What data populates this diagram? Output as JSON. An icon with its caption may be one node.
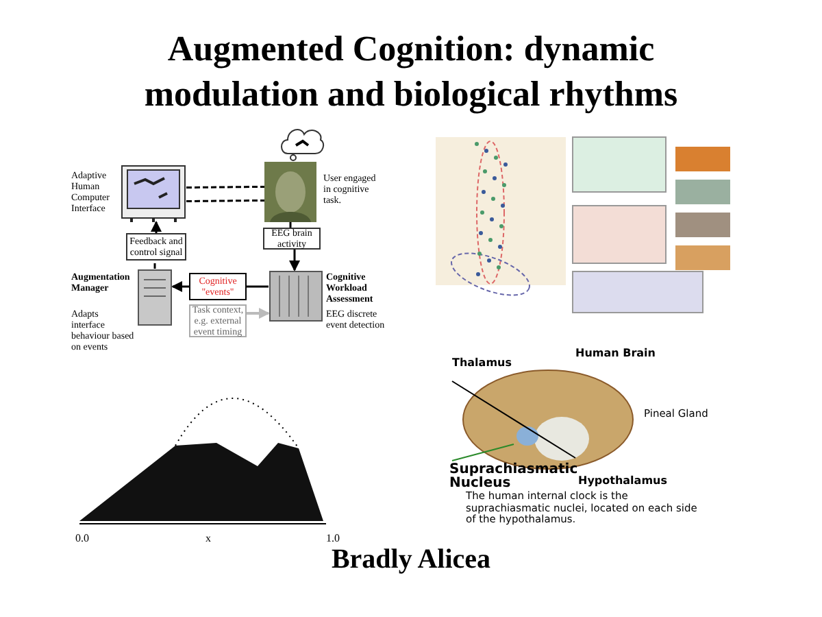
{
  "diagram": {
    "title": "Augmented Cognition: dynamic modulation and biological rhythms",
    "nodes": [
      {
        "text": [],
        "shape": "picture",
        "beside": [
          "Adaptive Human Computer Interface"
        ]
      },
      {
        "text": [],
        "shape": "cloud"
      },
      {
        "text": [],
        "shape": "picture",
        "beside": [
          "User engaged in cognitive task."
        ]
      },
      {
        "text": [
          "Feedback and control signal"
        ]
      },
      {
        "text": [
          "EEG brain activity"
        ]
      },
      {
        "text": [],
        "shape": "picture",
        "beside": [
          "Augmentation Manager",
          "Adapts interface behaviour based on events"
        ]
      },
      {
        "text": [
          "Cognitive \"events\""
        ]
      },
      {
        "text": [],
        "shape": "picture",
        "beside": [
          "Cognitive Workload Assessment",
          "EEG discrete event detection"
        ]
      },
      {
        "text": [
          "Task context, e.g. external event timing"
        ]
      },
      {
        "text": [],
        "shape": "picture"
      },
      {
        "text": [],
        "shape": "picture"
      },
      {
        "text": [],
        "shape": "picture"
      }
    ],
    "edges": [
      {
        "from": 0,
        "to": 2,
        "arrow": "none",
        "style": "dashed"
      },
      {
        "from": 0,
        "to": 2,
        "arrow": "none",
        "style": "dashed"
      },
      {
        "from": 2,
        "to": 4,
        "arrow": "none"
      },
      {
        "from": 4,
        "to": 7,
        "arrow": "to"
      },
      {
        "from": 7,
        "to": 6,
        "arrow": "none"
      },
      {
        "from": 6,
        "to": 5,
        "arrow": "to"
      },
      {
        "from": 5,
        "to": 3,
        "arrow": "none",
        "style": "dashed"
      },
      {
        "from": 3,
        "to": 0,
        "arrow": "to"
      },
      {
        "from": 8,
        "to": 7,
        "arrow": "to",
        "color": "#bbbbbb"
      }
    ],
    "labels": [
      "0.0",
      "x",
      "1.0",
      "Human Brain",
      "Thalamus",
      "Pineal Gland",
      "Suprachiasmatic Nucleus",
      "Hypothalamus",
      "The human internal clock is the suprachiasmatic nuclei, located on each side of the hypothalamus.",
      "Bradly Alicea"
    ]
  }
}
